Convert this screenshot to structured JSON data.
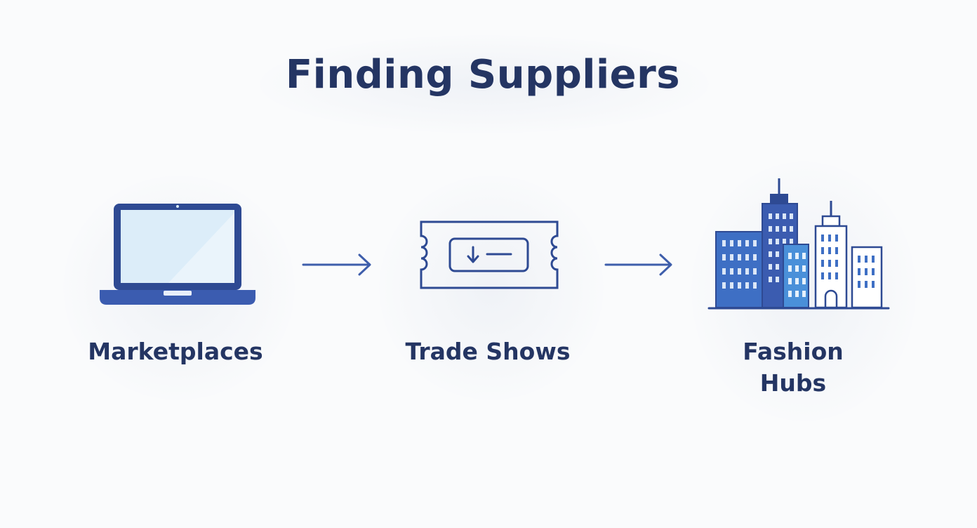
{
  "title": "Finding Suppliers",
  "steps": [
    {
      "label": "Marketplaces",
      "icon": "laptop-icon"
    },
    {
      "label": "Trade Shows",
      "icon": "ticket-icon"
    },
    {
      "label_lines": [
        "Fashion",
        "Hubs"
      ],
      "icon": "city-buildings-icon"
    }
  ],
  "connectors": [
    "arrow-right-icon",
    "arrow-right-icon"
  ],
  "colors": {
    "text": "#243563",
    "icon_dark": "#2e4a93",
    "icon_mid": "#3e6fc4",
    "icon_light": "#4a90d9",
    "screen": "#dcedf9",
    "background": "#fafbfc"
  }
}
